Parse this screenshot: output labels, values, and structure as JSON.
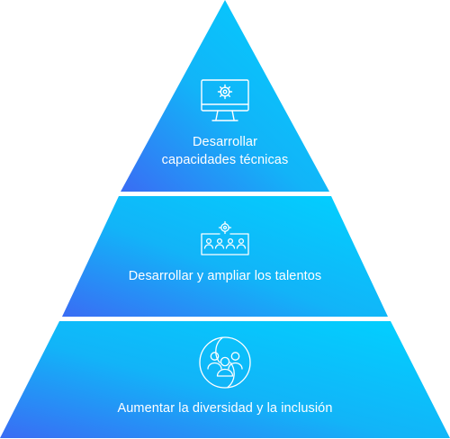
{
  "colors": {
    "gradient_start": "#3a6cf4",
    "gradient_mid": "#12b4f8",
    "gradient_end": "#00d2ff",
    "text": "#ffffff",
    "separator": "#ffffff"
  },
  "tiers": [
    {
      "icon": "monitor-gear-icon",
      "label_lines": [
        "Desarrollar",
        "capacidades técnicas"
      ]
    },
    {
      "icon": "team-presentation-icon",
      "label": "Desarrollar y ampliar los talentos"
    },
    {
      "icon": "diverse-people-icon",
      "label": "Aumentar la diversidad y la inclusión"
    }
  ]
}
